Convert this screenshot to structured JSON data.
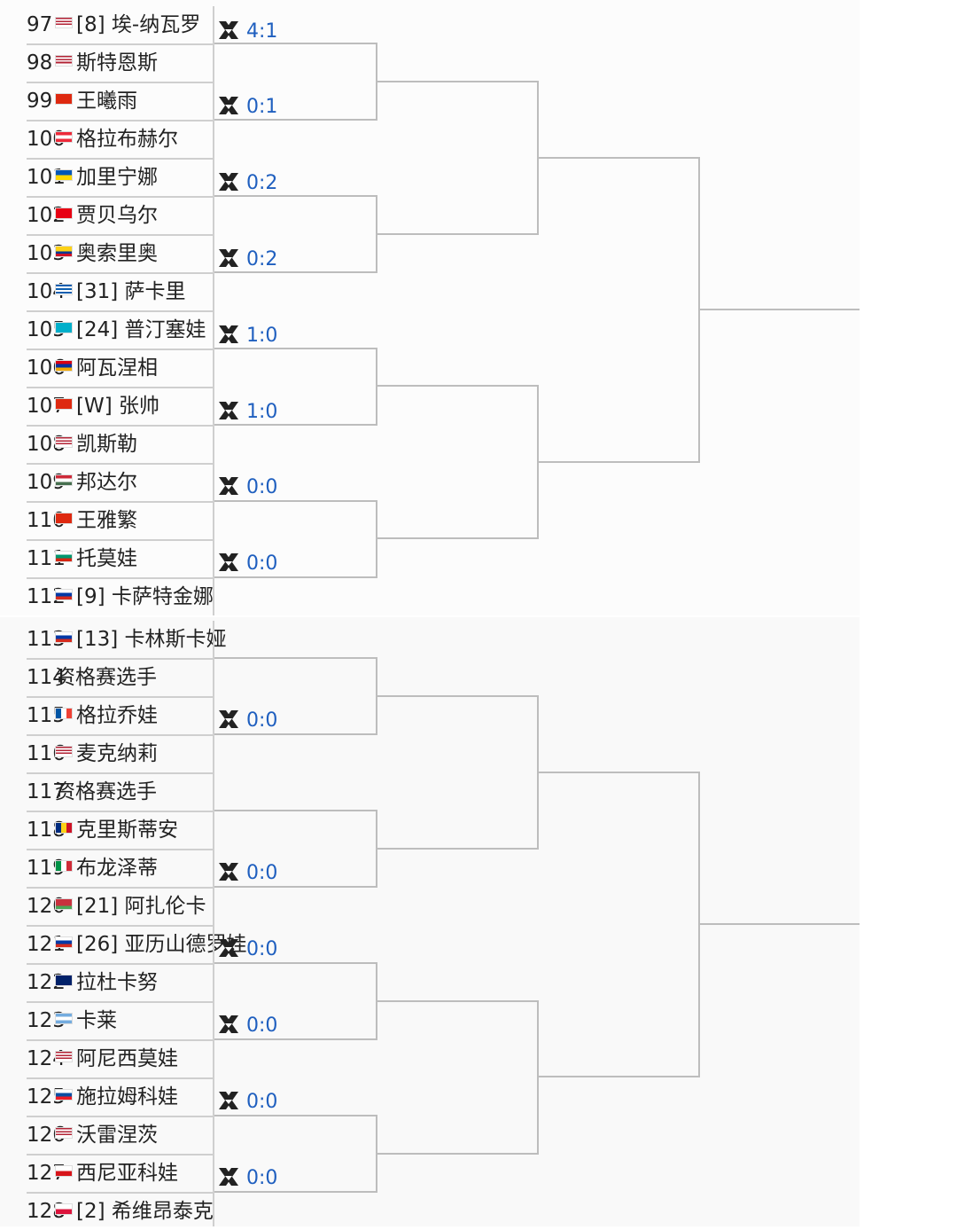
{
  "players": [
    {
      "num": "97",
      "seed": "[8] ",
      "name": "埃-纳瓦罗",
      "flag": "us"
    },
    {
      "num": "98",
      "seed": "",
      "name": "斯特恩斯",
      "flag": "us"
    },
    {
      "num": "99",
      "seed": "",
      "name": "王曦雨",
      "flag": "cn"
    },
    {
      "num": "100",
      "seed": "",
      "name": "格拉布赫尔",
      "flag": "at"
    },
    {
      "num": "101",
      "seed": "",
      "name": "加里宁娜",
      "flag": "ua"
    },
    {
      "num": "102",
      "seed": "",
      "name": "贾贝乌尔",
      "flag": "tn"
    },
    {
      "num": "103",
      "seed": "",
      "name": "奥索里奥",
      "flag": "co"
    },
    {
      "num": "104",
      "seed": "[31] ",
      "name": "萨卡里",
      "flag": "gr"
    },
    {
      "num": "105",
      "seed": "[24] ",
      "name": "普汀塞娃",
      "flag": "kz"
    },
    {
      "num": "106",
      "seed": "",
      "name": "阿瓦涅相",
      "flag": "am"
    },
    {
      "num": "107",
      "seed": "[W] ",
      "name": "张帅",
      "flag": "cn"
    },
    {
      "num": "108",
      "seed": "",
      "name": "凯斯勒",
      "flag": "us"
    },
    {
      "num": "109",
      "seed": "",
      "name": "邦达尔",
      "flag": "hu"
    },
    {
      "num": "110",
      "seed": "",
      "name": "王雅繁",
      "flag": "cn"
    },
    {
      "num": "111",
      "seed": "",
      "name": "托莫娃",
      "flag": "bg"
    },
    {
      "num": "112",
      "seed": "[9] ",
      "name": "卡萨特金娜",
      "flag": "ru"
    },
    {
      "num": "113",
      "seed": "[13] ",
      "name": "卡林斯卡娅",
      "flag": "ru"
    },
    {
      "num": "114",
      "seed": "",
      "name": "资格赛选手",
      "flag": "none"
    },
    {
      "num": "115",
      "seed": "",
      "name": "格拉乔娃",
      "flag": "fr"
    },
    {
      "num": "116",
      "seed": "",
      "name": "麦克纳莉",
      "flag": "us"
    },
    {
      "num": "117",
      "seed": "",
      "name": "资格赛选手",
      "flag": "none"
    },
    {
      "num": "118",
      "seed": "",
      "name": "克里斯蒂安",
      "flag": "ro"
    },
    {
      "num": "119",
      "seed": "",
      "name": "布龙泽蒂",
      "flag": "it"
    },
    {
      "num": "120",
      "seed": "[21] ",
      "name": "阿扎伦卡",
      "flag": "by"
    },
    {
      "num": "121",
      "seed": "[26] ",
      "name": "亚历山德罗娃",
      "flag": "ru"
    },
    {
      "num": "122",
      "seed": "",
      "name": "拉杜卡努",
      "flag": "gb"
    },
    {
      "num": "123",
      "seed": "",
      "name": "卡莱",
      "flag": "ar"
    },
    {
      "num": "124",
      "seed": "",
      "name": "阿尼西莫娃",
      "flag": "us"
    },
    {
      "num": "125",
      "seed": "",
      "name": "施拉姆科娃",
      "flag": "sk"
    },
    {
      "num": "126",
      "seed": "",
      "name": "沃雷涅茨",
      "flag": "us"
    },
    {
      "num": "127",
      "seed": "",
      "name": "西尼亚科娃",
      "flag": "cz"
    },
    {
      "num": "128",
      "seed": "[2] ",
      "name": "希维昂泰克",
      "flag": "pl"
    }
  ],
  "scores": [
    "4:1",
    "0:1",
    "0:2",
    "0:2",
    "1:0",
    "1:0",
    "0:0",
    "0:0",
    "0:0",
    "0:0",
    "0:0",
    "0:0",
    "0:0",
    "0:0"
  ],
  "colors": {
    "score": "#1f5fbf",
    "line": "#bdbdbd",
    "row_border": "#cfcfcf"
  }
}
